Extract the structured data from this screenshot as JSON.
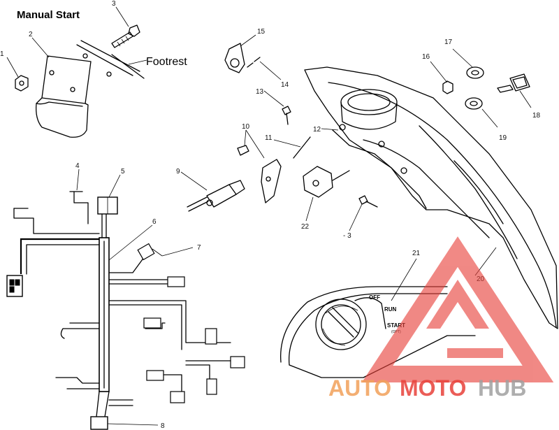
{
  "title": "Manual Start",
  "footrest_label": "Footrest",
  "callouts": {
    "c1": "1",
    "c2": "2",
    "c3": "3",
    "c4": "4",
    "c5": "5",
    "c6": "6",
    "c7": "7",
    "c8": "8",
    "c9": "9",
    "c10": "10",
    "c11": "11",
    "c12": "12",
    "c13": "13",
    "c14": "14",
    "c15": "15",
    "c16": "16",
    "c17": "17",
    "c18": "18",
    "c19": "19",
    "c20": "20",
    "c21": "21",
    "c22": "22",
    "c3b": "- 3"
  },
  "switch_positions": {
    "off": "OFF",
    "run": "RUN",
    "start": "START",
    "start_sub": "(OPT)"
  },
  "watermark": {
    "text_auto": "AUTO",
    "text_moto": "MOTO",
    "text_hub": "HUB",
    "color_red": "#e8413a",
    "color_orange": "#f2a15a",
    "color_gray": "#a0a0a0"
  }
}
